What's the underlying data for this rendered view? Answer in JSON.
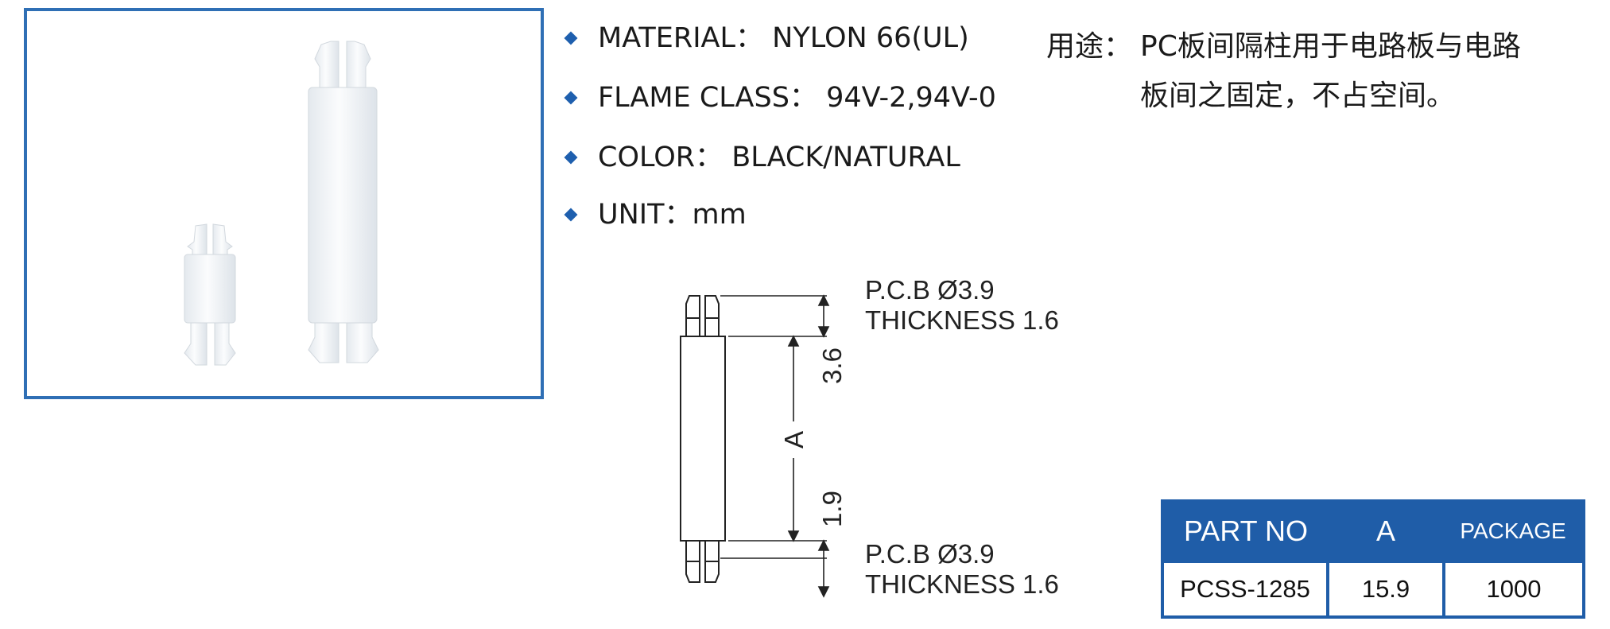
{
  "specs": [
    {
      "label": "MATERIAL：",
      "value": "NYLON 66(UL)"
    },
    {
      "label": "FLAME CLASS：",
      "value": "94V-2,94V-0"
    },
    {
      "label": "COLOR：",
      "value": "BLACK/NATURAL"
    },
    {
      "label": "UNIT：",
      "value": "mm"
    }
  ],
  "usage": {
    "label": "用途：",
    "text": "PC板间隔柱用于电路板与电路板间之固定，不占空间。"
  },
  "drawing": {
    "top_note_line1": "P.C.B  Ø3.9",
    "top_note_line2": "THICKNESS  1.6",
    "bottom_note_line1": "P.C.B  Ø3.9",
    "bottom_note_line2": "THICKNESS  1.6",
    "dim_top": "3.6",
    "dim_bottom": "1.9",
    "dim_body": "A"
  },
  "table": {
    "headers": [
      "PART NO",
      "A",
      "PACKAGE"
    ],
    "rows": [
      [
        "PCSS-1285",
        "15.9",
        "1000"
      ]
    ]
  },
  "colors": {
    "accent": "#1f5da8",
    "frame": "#2f6fb5"
  }
}
